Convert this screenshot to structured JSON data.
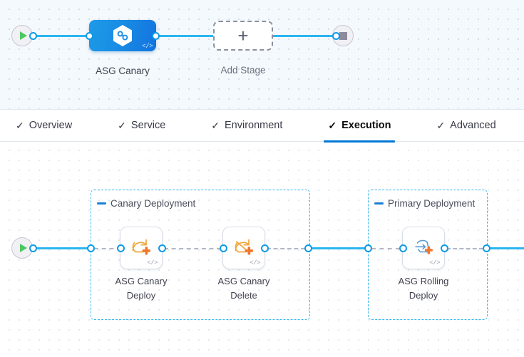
{
  "stage_canvas": {
    "start_node": {
      "name": "pipeline-start",
      "icon": "play-icon"
    },
    "end_node": {
      "name": "pipeline-end",
      "icon": "stop-icon"
    },
    "stages": [
      {
        "label": "ASG Canary",
        "icon": "harness-hexagon-icon",
        "code_badge": "</>"
      }
    ],
    "add_stage": {
      "label": "Add Stage",
      "icon": "plus-icon"
    }
  },
  "tabs": [
    {
      "id": "overview",
      "label": "Overview",
      "tick": "✓",
      "active": false
    },
    {
      "id": "service",
      "label": "Service",
      "tick": "✓",
      "active": false
    },
    {
      "id": "environment",
      "label": "Environment",
      "tick": "✓",
      "active": false
    },
    {
      "id": "execution",
      "label": "Execution",
      "tick": "✓",
      "active": true
    },
    {
      "id": "advanced",
      "label": "Advanced",
      "tick": "✓",
      "active": false
    }
  ],
  "execution_canvas": {
    "start_node": {
      "name": "execution-start",
      "icon": "play-icon"
    },
    "groups": [
      {
        "id": "canary",
        "label": "Canary Deployment"
      },
      {
        "id": "primary",
        "label": "Primary Deployment"
      }
    ],
    "steps": [
      {
        "id": "asg-canary-deploy",
        "line1": "ASG Canary",
        "line2": "Deploy",
        "icon": "asg-canary-deploy-icon",
        "code_badge": "</>"
      },
      {
        "id": "asg-canary-delete",
        "line1": "ASG Canary",
        "line2": "Delete",
        "icon": "asg-canary-delete-icon",
        "code_badge": "</>"
      },
      {
        "id": "asg-rolling-deploy",
        "line1": "ASG Rolling",
        "line2": "Deploy",
        "icon": "asg-rolling-deploy-icon",
        "code_badge": "</>"
      }
    ]
  },
  "colors": {
    "accent_blue": "#0278d5",
    "link_blue": "#2ab6ef",
    "port_blue": "#0e9ae8",
    "group_dashed": "#35b7f0",
    "stage_gradient_from": "#1c9ae8",
    "stage_gradient_to": "#1273e0",
    "aws_orange": "#f0a73c",
    "plus_orange": "#f2762a",
    "start_green": "#4cc85f",
    "stop_grey": "#8e8b9c"
  }
}
